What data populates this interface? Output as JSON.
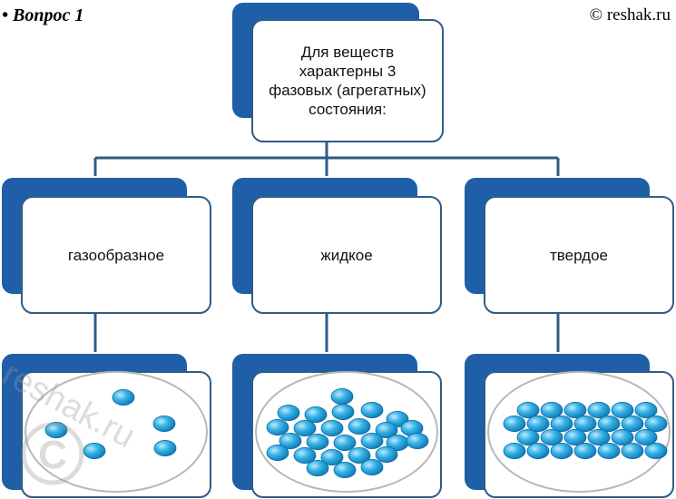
{
  "heading": "• Вопрос 1",
  "copyright": "© reshak.ru",
  "root": {
    "label_lines": [
      "Для веществ",
      "характерны 3",
      "фазовых (агрегатных)",
      "состояния:"
    ]
  },
  "states": [
    {
      "label": "газообразное",
      "particle_arrangement": "gas"
    },
    {
      "label": "жидкое",
      "particle_arrangement": "liquid"
    },
    {
      "label": "твердое",
      "particle_arrangement": "solid"
    }
  ],
  "watermark": "reshak.ru",
  "colors": {
    "shadow_box": "#1f5fa8",
    "border": "#2e5d86",
    "connector": "#2e5d86",
    "particle": "#29a8e0"
  }
}
